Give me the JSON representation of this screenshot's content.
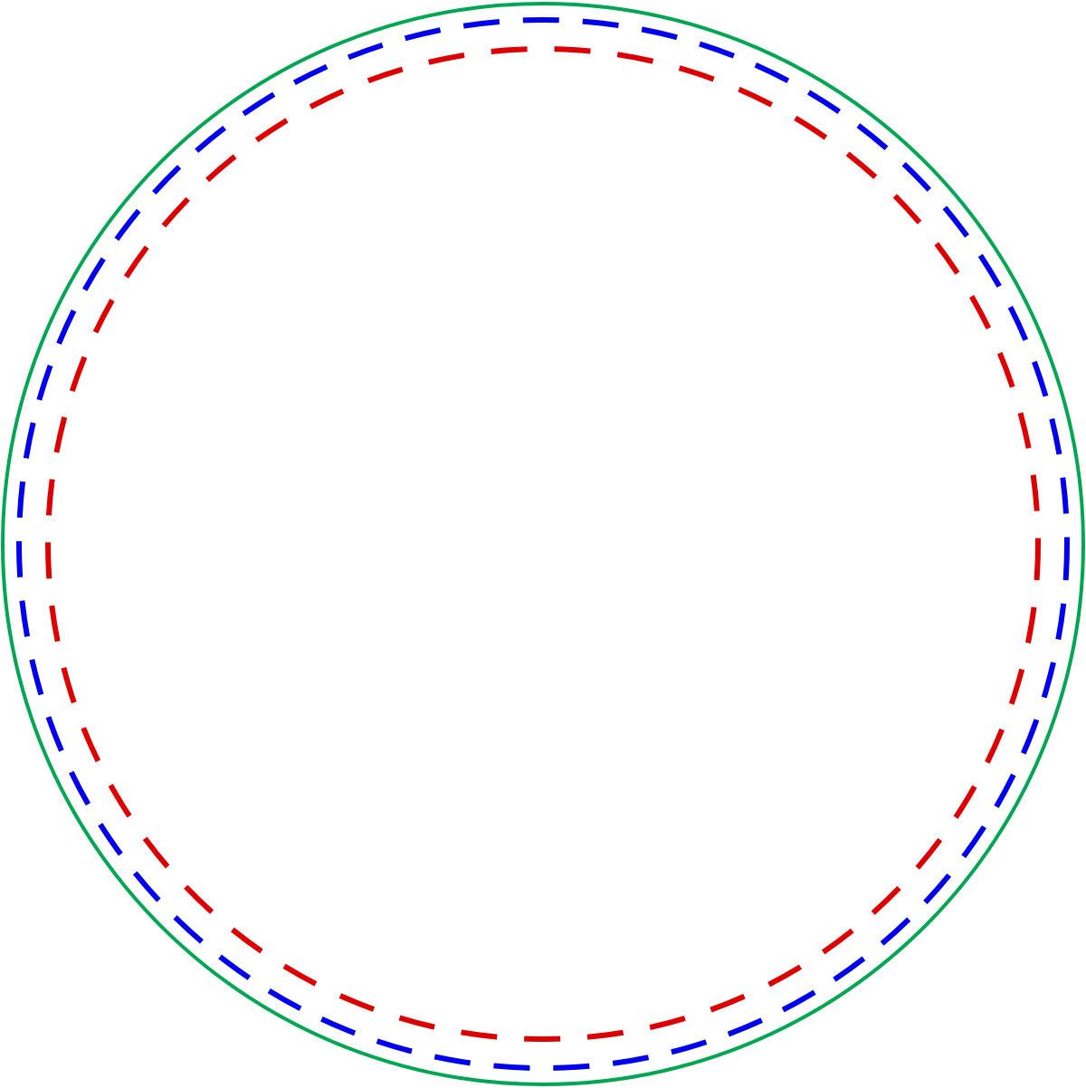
{
  "diagram": {
    "background": "#ffffff",
    "circles": [
      {
        "name": "outer-solid-circle",
        "style": "solid",
        "color": "#00a651"
      },
      {
        "name": "middle-dashed-circle",
        "style": "dashed",
        "color": "#0000ee"
      },
      {
        "name": "inner-dashed-circle",
        "style": "dashed",
        "color": "#dd0000"
      }
    ]
  }
}
